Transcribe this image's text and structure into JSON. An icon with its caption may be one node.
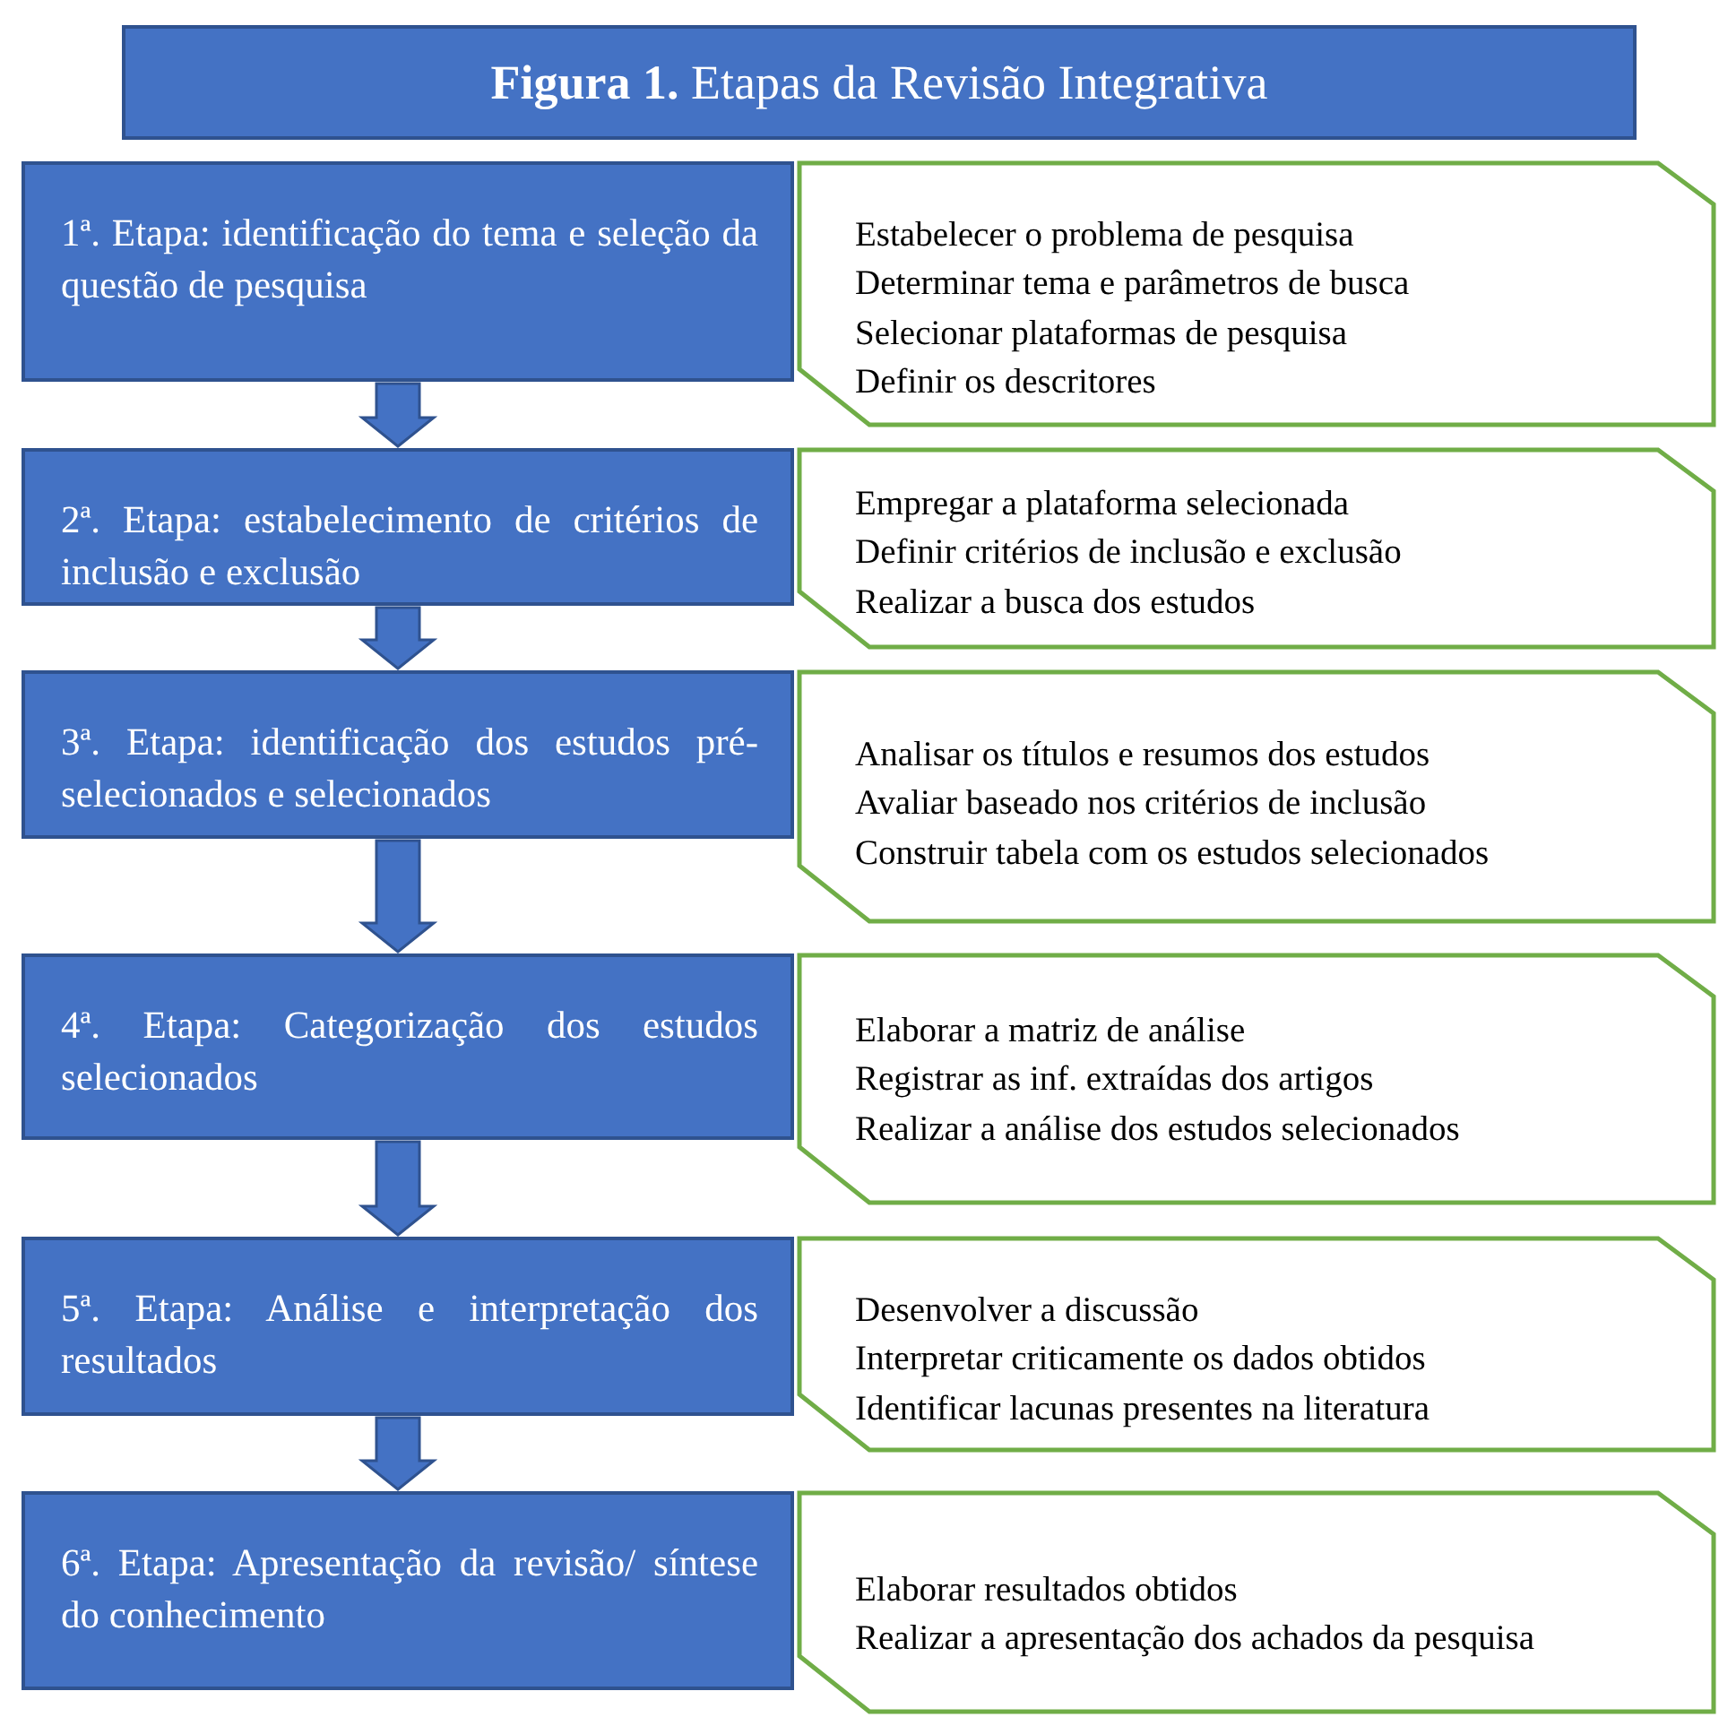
{
  "diagram": {
    "title": "**Figura 1.** Etapas da Revisão Integrativa",
    "nodes": [
      {
        "text": [
          "1ª. Etapa: identificação do tema e seleção da questão de pesquisa"
        ]
      },
      {
        "text": [
          "Estabelecer o problema de pesquisa",
          "Determinar tema e parâmetros de busca",
          "Selecionar plataformas de pesquisa",
          "Definir os descritores"
        ]
      },
      {
        "text": [
          "2ª. Etapa: estabelecimento de critérios de inclusão e exclusão"
        ]
      },
      {
        "text": [
          "Empregar a plataforma selecionada",
          "Definir critérios de inclusão e exclusão",
          "Realizar a busca dos estudos"
        ]
      },
      {
        "text": [
          "3ª. Etapa: identificação dos estudos pré-selecionados e selecionados"
        ]
      },
      {
        "text": [
          "Analisar os títulos e resumos dos estudos",
          "Avaliar baseado nos critérios de inclusão",
          "Construir tabela com os estudos selecionados"
        ]
      },
      {
        "text": [
          "4ª. Etapa: Categorização dos estudos selecionados"
        ]
      },
      {
        "text": [
          "Elaborar a matriz de análise",
          "Registrar as inf. extraídas dos artigos",
          "Realizar a análise dos estudos selecionados"
        ]
      },
      {
        "text": [
          "5ª. Etapa: Análise e interpretação dos resultados"
        ]
      },
      {
        "text": [
          "Desenvolver a discussão",
          "Interpretar criticamente os dados obtidos",
          "Identificar lacunas presentes na literatura"
        ]
      },
      {
        "text": [
          "6ª. Etapa: Apresentação da revisão/ síntese do conhecimento"
        ]
      },
      {
        "text": [
          "Elaborar resultados obtidos",
          "Realizar a apresentação dos achados da pesquisa"
        ]
      }
    ],
    "edges": [
      {
        "from": 0,
        "to": 2,
        "arrow": "to"
      },
      {
        "from": 2,
        "to": 4,
        "arrow": "to"
      },
      {
        "from": 4,
        "to": 6,
        "arrow": "to"
      },
      {
        "from": 6,
        "to": 8,
        "arrow": "to"
      },
      {
        "from": 8,
        "to": 10,
        "arrow": "to"
      }
    ]
  }
}
